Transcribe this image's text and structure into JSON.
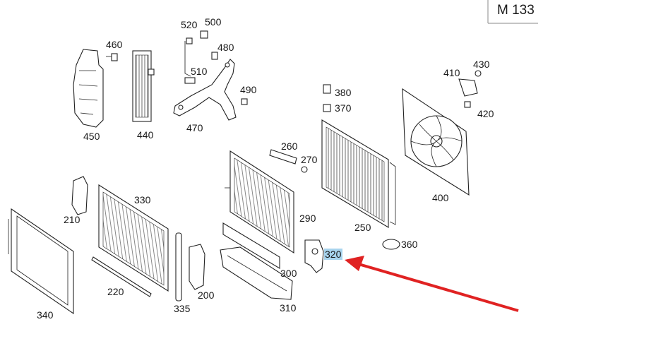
{
  "title": "M 133",
  "highlight_color": "#a8d4ee",
  "arrow_color": "#e02222",
  "highlighted_part": "320",
  "labels": {
    "p200": "200",
    "p210": "210",
    "p220": "220",
    "p250": "250",
    "p260": "260",
    "p270": "270",
    "p290": "290",
    "p300": "300",
    "p310": "310",
    "p320": "320",
    "p330": "330",
    "p335": "335",
    "p340": "340",
    "p360": "360",
    "p370": "370",
    "p380": "380",
    "p400": "400",
    "p410": "410",
    "p420": "420",
    "p430": "430",
    "p440": "440",
    "p450": "450",
    "p460": "460",
    "p470": "470",
    "p480": "480",
    "p490": "490",
    "p500": "500",
    "p510": "510",
    "p520": "520"
  }
}
